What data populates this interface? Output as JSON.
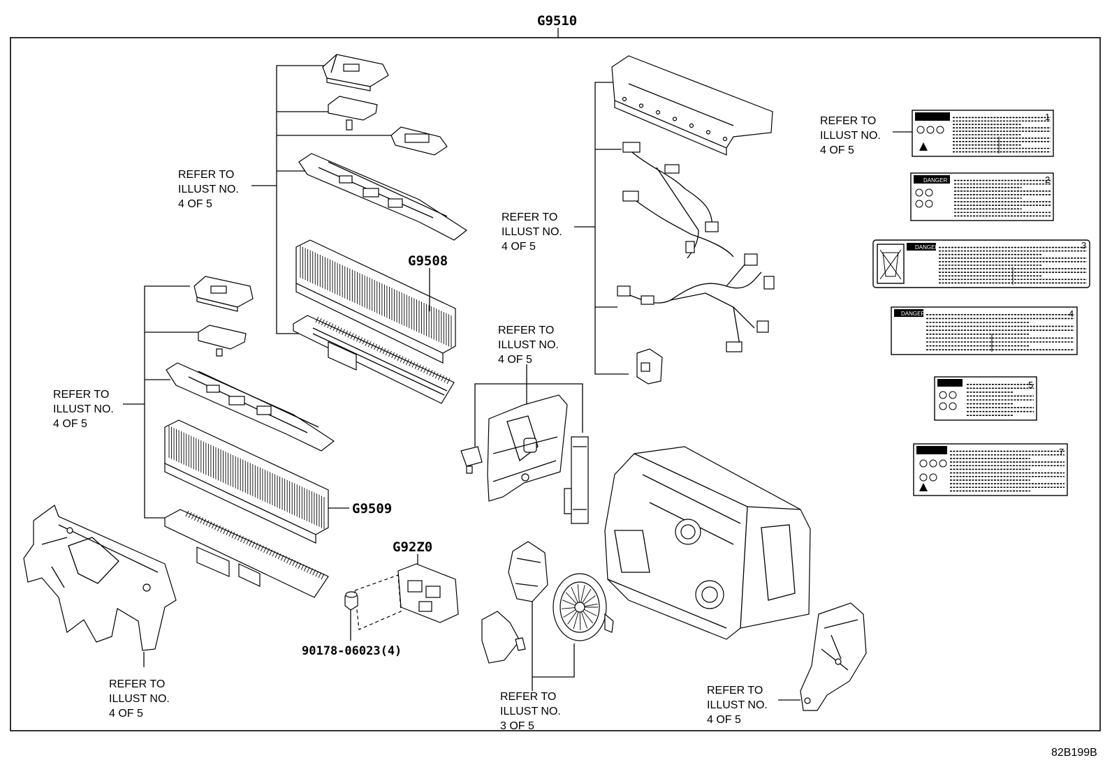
{
  "header": {
    "assembly_part_no": "G9510"
  },
  "part_numbers": {
    "upper_stack": "G9508",
    "lower_stack": "G9509",
    "junction_block": "G92Z0",
    "nut": "90178-06023(4)"
  },
  "callouts": {
    "upper_left": [
      "REFER TO",
      "ILLUST NO.",
      "4 OF 5"
    ],
    "middle_left": [
      "REFER TO",
      "ILLUST NO.",
      "4 OF 5"
    ],
    "bottom_left": [
      "REFER TO",
      "ILLUST NO.",
      "4 OF 5"
    ],
    "center_duct": [
      "REFER TO",
      "ILLUST NO.",
      "4 OF 5"
    ],
    "harness": [
      "REFER TO",
      "ILLUST NO.",
      "4 OF 5"
    ],
    "bottom_center": [
      "REFER TO",
      "ILLUST NO.",
      "3 OF 5"
    ],
    "bottom_right": [
      "REFER TO",
      "ILLUST NO.",
      "4 OF 5"
    ],
    "labels": [
      "REFER TO",
      "ILLUST NO.",
      "4 OF 5"
    ]
  },
  "warning_labels": [
    {
      "number": "1",
      "icon": "warning-triangle-icon"
    },
    {
      "number": "2",
      "icon": "warning-triangle-icon",
      "heading": "DANGER"
    },
    {
      "number": "3",
      "icon": "recycle-bin-icon",
      "heading": "DANGER"
    },
    {
      "number": "4",
      "icon": "warning-triangle-icon",
      "heading": "DANGER"
    },
    {
      "number": "5",
      "icon": "warning-triangle-icon"
    },
    {
      "number": "7",
      "icon": "warning-triangle-icon"
    }
  ],
  "footer": {
    "diagram_id": "82B199B"
  }
}
